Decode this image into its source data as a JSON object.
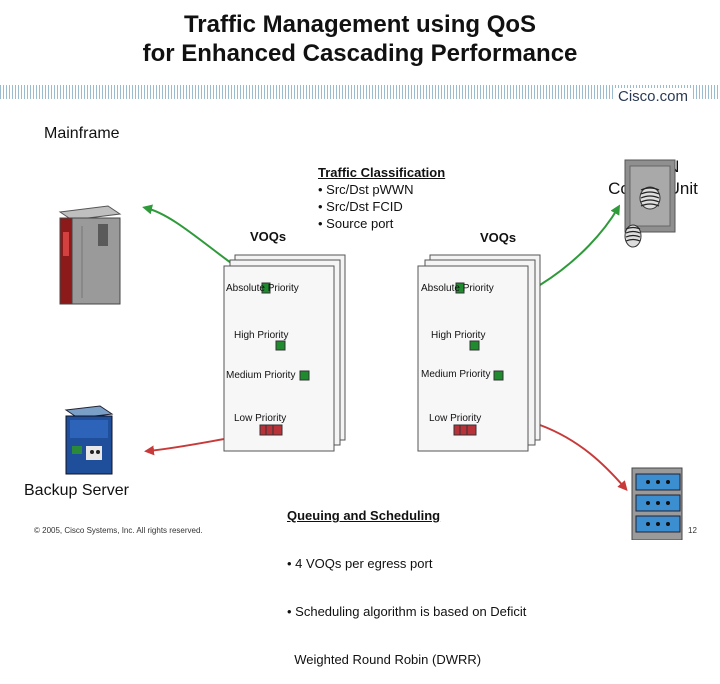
{
  "title": {
    "line1": "Traffic Management using QoS",
    "line2": "for Enhanced Cascading Performance"
  },
  "brand": "Cisco.com",
  "labels": {
    "mainframe": "Mainframe",
    "ficon_line1": "FICON",
    "ficon_line2": "Control Unit",
    "backup_server": "Backup Server",
    "voqs_left": "VOQs",
    "voqs_right": "VOQs"
  },
  "classification": {
    "heading": "Traffic Classification",
    "items": [
      "• Src/Dst pWWN",
      "• Src/Dst FCID",
      "• Source port"
    ]
  },
  "priorities": {
    "absolute": "Absolute Priority",
    "high": "High Priority",
    "medium": "Medium Priority",
    "low": "Low Priority"
  },
  "queuing": {
    "heading": "Queuing and Scheduling",
    "items": [
      "• 4 VOQs per egress port",
      "• Scheduling algorithm is based on Deficit",
      "  Weighted Round Robin (DWRR)"
    ]
  },
  "footer": {
    "copyright": "© 2005, Cisco Systems, Inc. All rights reserved.",
    "page": "12"
  },
  "colors": {
    "arrow_green": "#2e9a3a",
    "arrow_red": "#c83a3a",
    "queue_green": "#1f8a2e",
    "queue_red": "#b8323a"
  }
}
